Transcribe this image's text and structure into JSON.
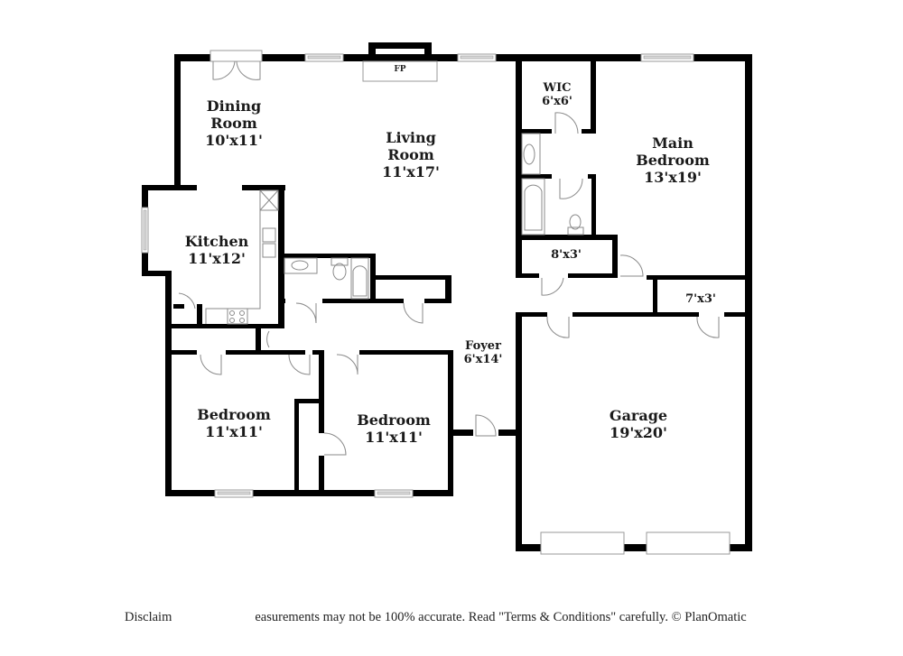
{
  "floorplan": {
    "rooms": [
      {
        "id": "dining",
        "name": "Dining Room",
        "name_lines": [
          "Dining",
          "Room"
        ],
        "dimensions": "10'x11'"
      },
      {
        "id": "living",
        "name": "Living Room",
        "name_lines": [
          "Living",
          "Room"
        ],
        "dimensions": "11'x17'"
      },
      {
        "id": "wic",
        "name": "WIC",
        "name_lines": [
          "WIC"
        ],
        "dimensions": "6'x6'"
      },
      {
        "id": "main-bedroom",
        "name": "Main Bedroom",
        "name_lines": [
          "Main",
          "Bedroom"
        ],
        "dimensions": "13'x19'"
      },
      {
        "id": "kitchen",
        "name": "Kitchen",
        "name_lines": [
          "Kitchen"
        ],
        "dimensions": "11'x12'"
      },
      {
        "id": "closet-8x3",
        "name": "",
        "name_lines": [],
        "dimensions": "8'x3'"
      },
      {
        "id": "closet-7x3",
        "name": "",
        "name_lines": [],
        "dimensions": "7'x3'"
      },
      {
        "id": "foyer",
        "name": "Foyer",
        "name_lines": [
          "Foyer"
        ],
        "dimensions": "6'x14'"
      },
      {
        "id": "bedroom-1",
        "name": "Bedroom",
        "name_lines": [
          "Bedroom"
        ],
        "dimensions": "11'x11'"
      },
      {
        "id": "bedroom-2",
        "name": "Bedroom",
        "name_lines": [
          "Bedroom"
        ],
        "dimensions": "11'x11'"
      },
      {
        "id": "garage",
        "name": "Garage",
        "name_lines": [
          "Garage"
        ],
        "dimensions": "19'x20'"
      }
    ],
    "fixtures": {
      "fireplace": "FP"
    }
  },
  "footer": {
    "disclaimer_start": "Disclaim",
    "disclaimer_rest": "easurements may not be 100% accurate. Read \"Terms & Conditions\" carefully. © PlanOmatic"
  }
}
